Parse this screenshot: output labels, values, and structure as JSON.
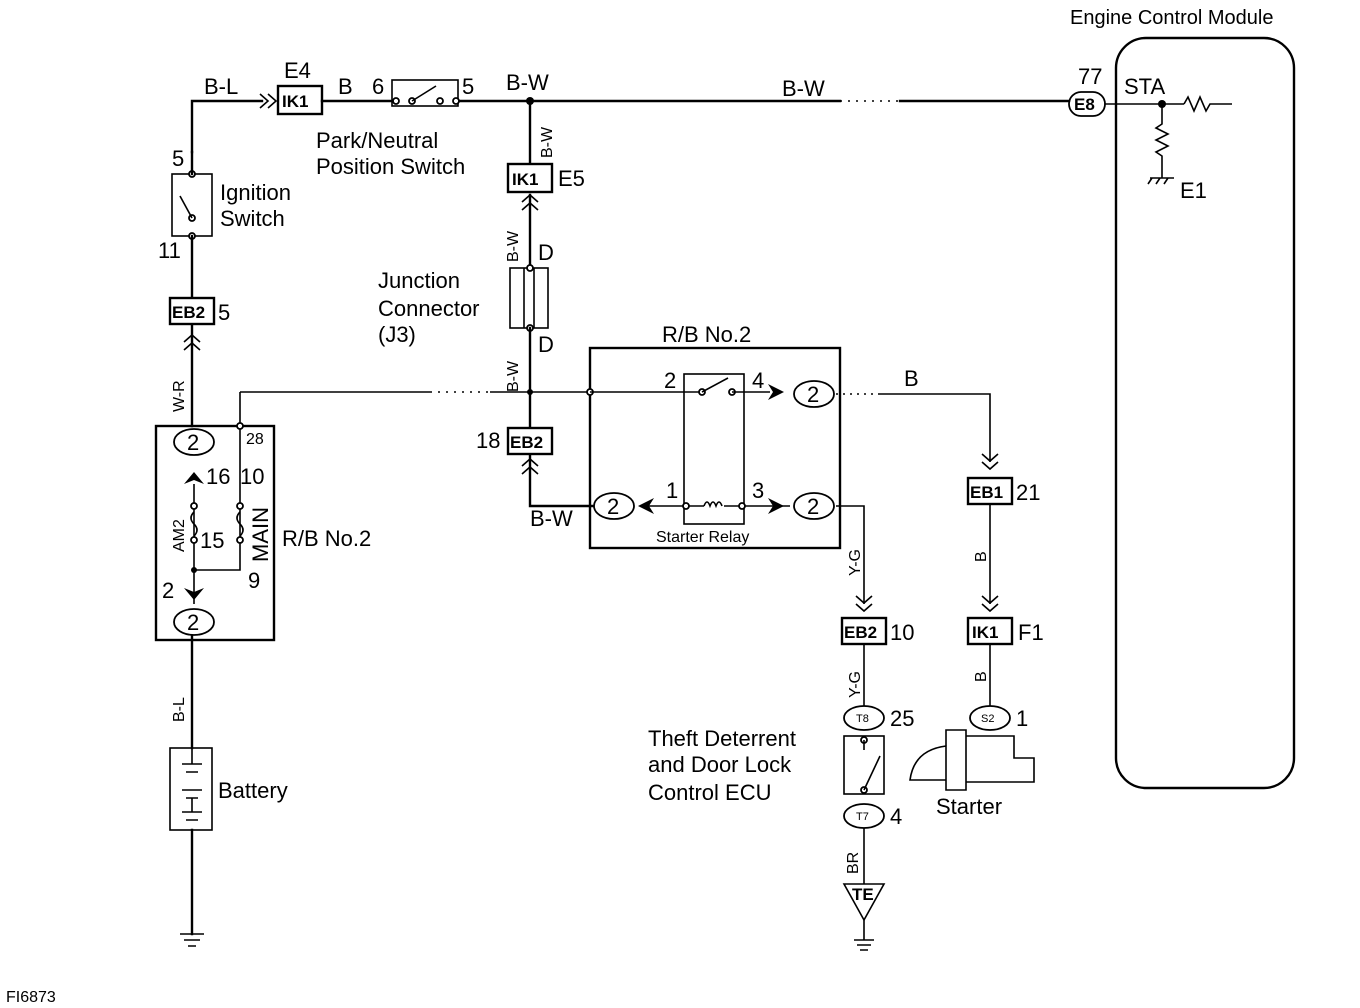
{
  "labels": {
    "ecm": "Engine Control Module",
    "sta": "STA",
    "e1": "E1",
    "ecm_pin": "77",
    "ecm_conn": "E8",
    "wire_bw_top": "B-W",
    "wire_bw_top2": "B-W",
    "wire_bl_top": "B-L",
    "wire_b_top": "B",
    "conn_e4": "E4",
    "conn_ik1": "IK1",
    "pnp_pin6": "6",
    "pnp_pin5": "5",
    "pnp_name_1": "Park/Neutral",
    "pnp_name_2": "Position Switch",
    "wire_bw_vert": "B-W",
    "conn_ik1_e5": "IK1",
    "conn_e5": "E5",
    "ign_pin5": "5",
    "ign_pin11": "11",
    "ign_name_1": "Ignition",
    "ign_name_2": "Switch",
    "conn_eb2": "EB2",
    "eb2_pin5": "5",
    "wire_wr": "W-R",
    "jc_name_1": "Junction",
    "jc_name_2": "Connector",
    "jc_name_3": "(J3)",
    "jc_d_top": "D",
    "jc_d_bot": "D",
    "wire_bw_jc_top": "B-W",
    "wire_bw_jc_bot": "B-W",
    "rb2_top": "R/B No.2",
    "rb2_left": "R/B No.2",
    "circle_2": "2",
    "pin_16": "16",
    "pin_10": "10",
    "pin_28": "28",
    "pin_15": "15",
    "pin_9": "9",
    "pin_2": "2",
    "fuse_am2": "AM2",
    "fuse_main": "MAIN",
    "wire_bl_bat": "B-L",
    "battery": "Battery",
    "pin_18": "18",
    "conn_eb2_18": "EB2",
    "wire_bw_bottom": "B-W",
    "relay_pin2": "2",
    "relay_pin4": "4",
    "relay_pin1": "1",
    "relay_pin3": "3",
    "starter_relay": "Starter Relay",
    "wire_b_relay": "B",
    "conn_eb1": "EB1",
    "eb1_pin21": "21",
    "wire_b_v1": "B",
    "conn_ik1_f1": "IK1",
    "conn_f1": "F1",
    "wire_b_v2": "B",
    "conn_s2": "S2",
    "s2_pin1": "1",
    "starter": "Starter",
    "wire_yg_1": "Y-G",
    "conn_eb2_10": "EB2",
    "eb2_pin10": "10",
    "wire_yg_2": "Y-G",
    "conn_t8": "T8",
    "t8_pin25": "25",
    "ecu_1": "Theft Deterrent",
    "ecu_2": "and Door Lock",
    "ecu_3": "Control ECU",
    "conn_t7": "T7",
    "t7_pin4": "4",
    "wire_br": "BR",
    "ground_te": "TE",
    "figure_id": "FI6873"
  }
}
